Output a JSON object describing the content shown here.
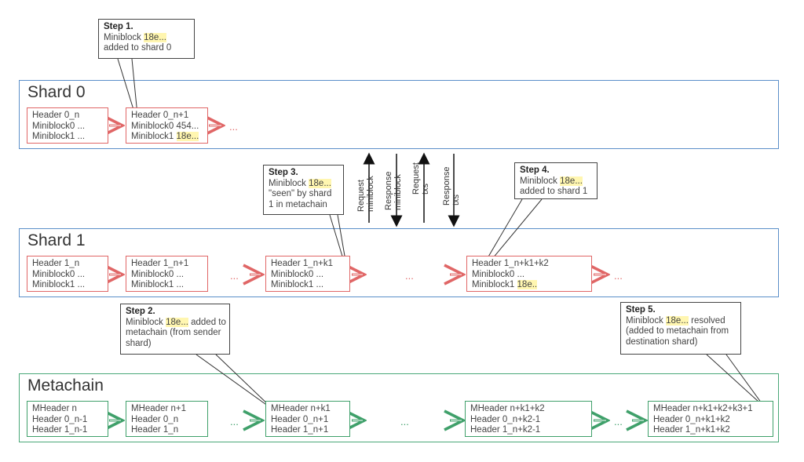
{
  "lanes": {
    "shard0": "Shard 0",
    "shard1": "Shard 1",
    "metachain": "Metachain"
  },
  "shard0": {
    "b1": [
      "Header 0_n",
      "Miniblock0 ...",
      "Miniblock1 ..."
    ],
    "b2": {
      "l1": "Header 0_n+1",
      "l2": "Miniblock0 454...",
      "l3a": "Miniblock1 ",
      "l3b": "18e..."
    },
    "ell": "..."
  },
  "shard1": {
    "b1": [
      "Header 1_n",
      "Miniblock0 ...",
      "Miniblock1 ..."
    ],
    "b2": [
      "Header 1_n+1",
      "Miniblock0 ...",
      "Miniblock1 ..."
    ],
    "b3": [
      "Header 1_n+k1",
      "Miniblock0 ...",
      "Miniblock1 ..."
    ],
    "b4": {
      "l1": "Header 1_n+k1+k2",
      "l2": "Miniblock0 ...",
      "l3a": "Miniblock1 ",
      "l3b": "18e.."
    },
    "ell1": "...",
    "ell2": "...",
    "ell3": "..."
  },
  "meta": {
    "b1": [
      "MHeader n",
      "Header 0_n-1",
      "Header 1_n-1"
    ],
    "b2": [
      "MHeader n+1",
      "Header 0_n",
      "Header 1_n"
    ],
    "b3": [
      "MHeader n+k1",
      "Header 0_n+1",
      "Header 1_n+1"
    ],
    "b4": [
      "MHeader n+k1+k2",
      "Header 0_n+k2-1",
      "Header 1_n+k2-1"
    ],
    "b5": [
      "MHeader n+k1+k2+k3+1",
      "Header 0_n+k1+k2",
      "Header 1_n+k1+k2"
    ],
    "ell1": "...",
    "ell2": "...",
    "ell3": "..."
  },
  "notes": {
    "step1": {
      "title": "Step 1.",
      "a": "Miniblock ",
      "hl": "18e...",
      "b": "added to shard 0"
    },
    "step2": {
      "title": "Step 2.",
      "a": "Miniblock ",
      "hl": "18e...",
      "a2": " added to",
      "b": "metachain (from sender",
      "c": "shard)"
    },
    "step3": {
      "title": "Step 3.",
      "a": "Miniblock ",
      "hl": "18e...",
      "b": "\"seen\" by shard",
      "c": "1 in metachain"
    },
    "step4": {
      "title": "Step 4.",
      "a": "Miniblock ",
      "hl": "18e...",
      "b": "added to shard 1"
    },
    "step5": {
      "title": "Step 5.",
      "a": "Miniblock ",
      "hl": "18e...",
      "a2": " resolved",
      "b": "(added to metachain from",
      "c": "destination shard)"
    }
  },
  "messages": {
    "m1": [
      "Request",
      "miniblock"
    ],
    "m2": [
      "Response",
      "miniblock"
    ],
    "m3": [
      "Request",
      "txs"
    ],
    "m4": [
      "Response",
      "txs"
    ]
  }
}
